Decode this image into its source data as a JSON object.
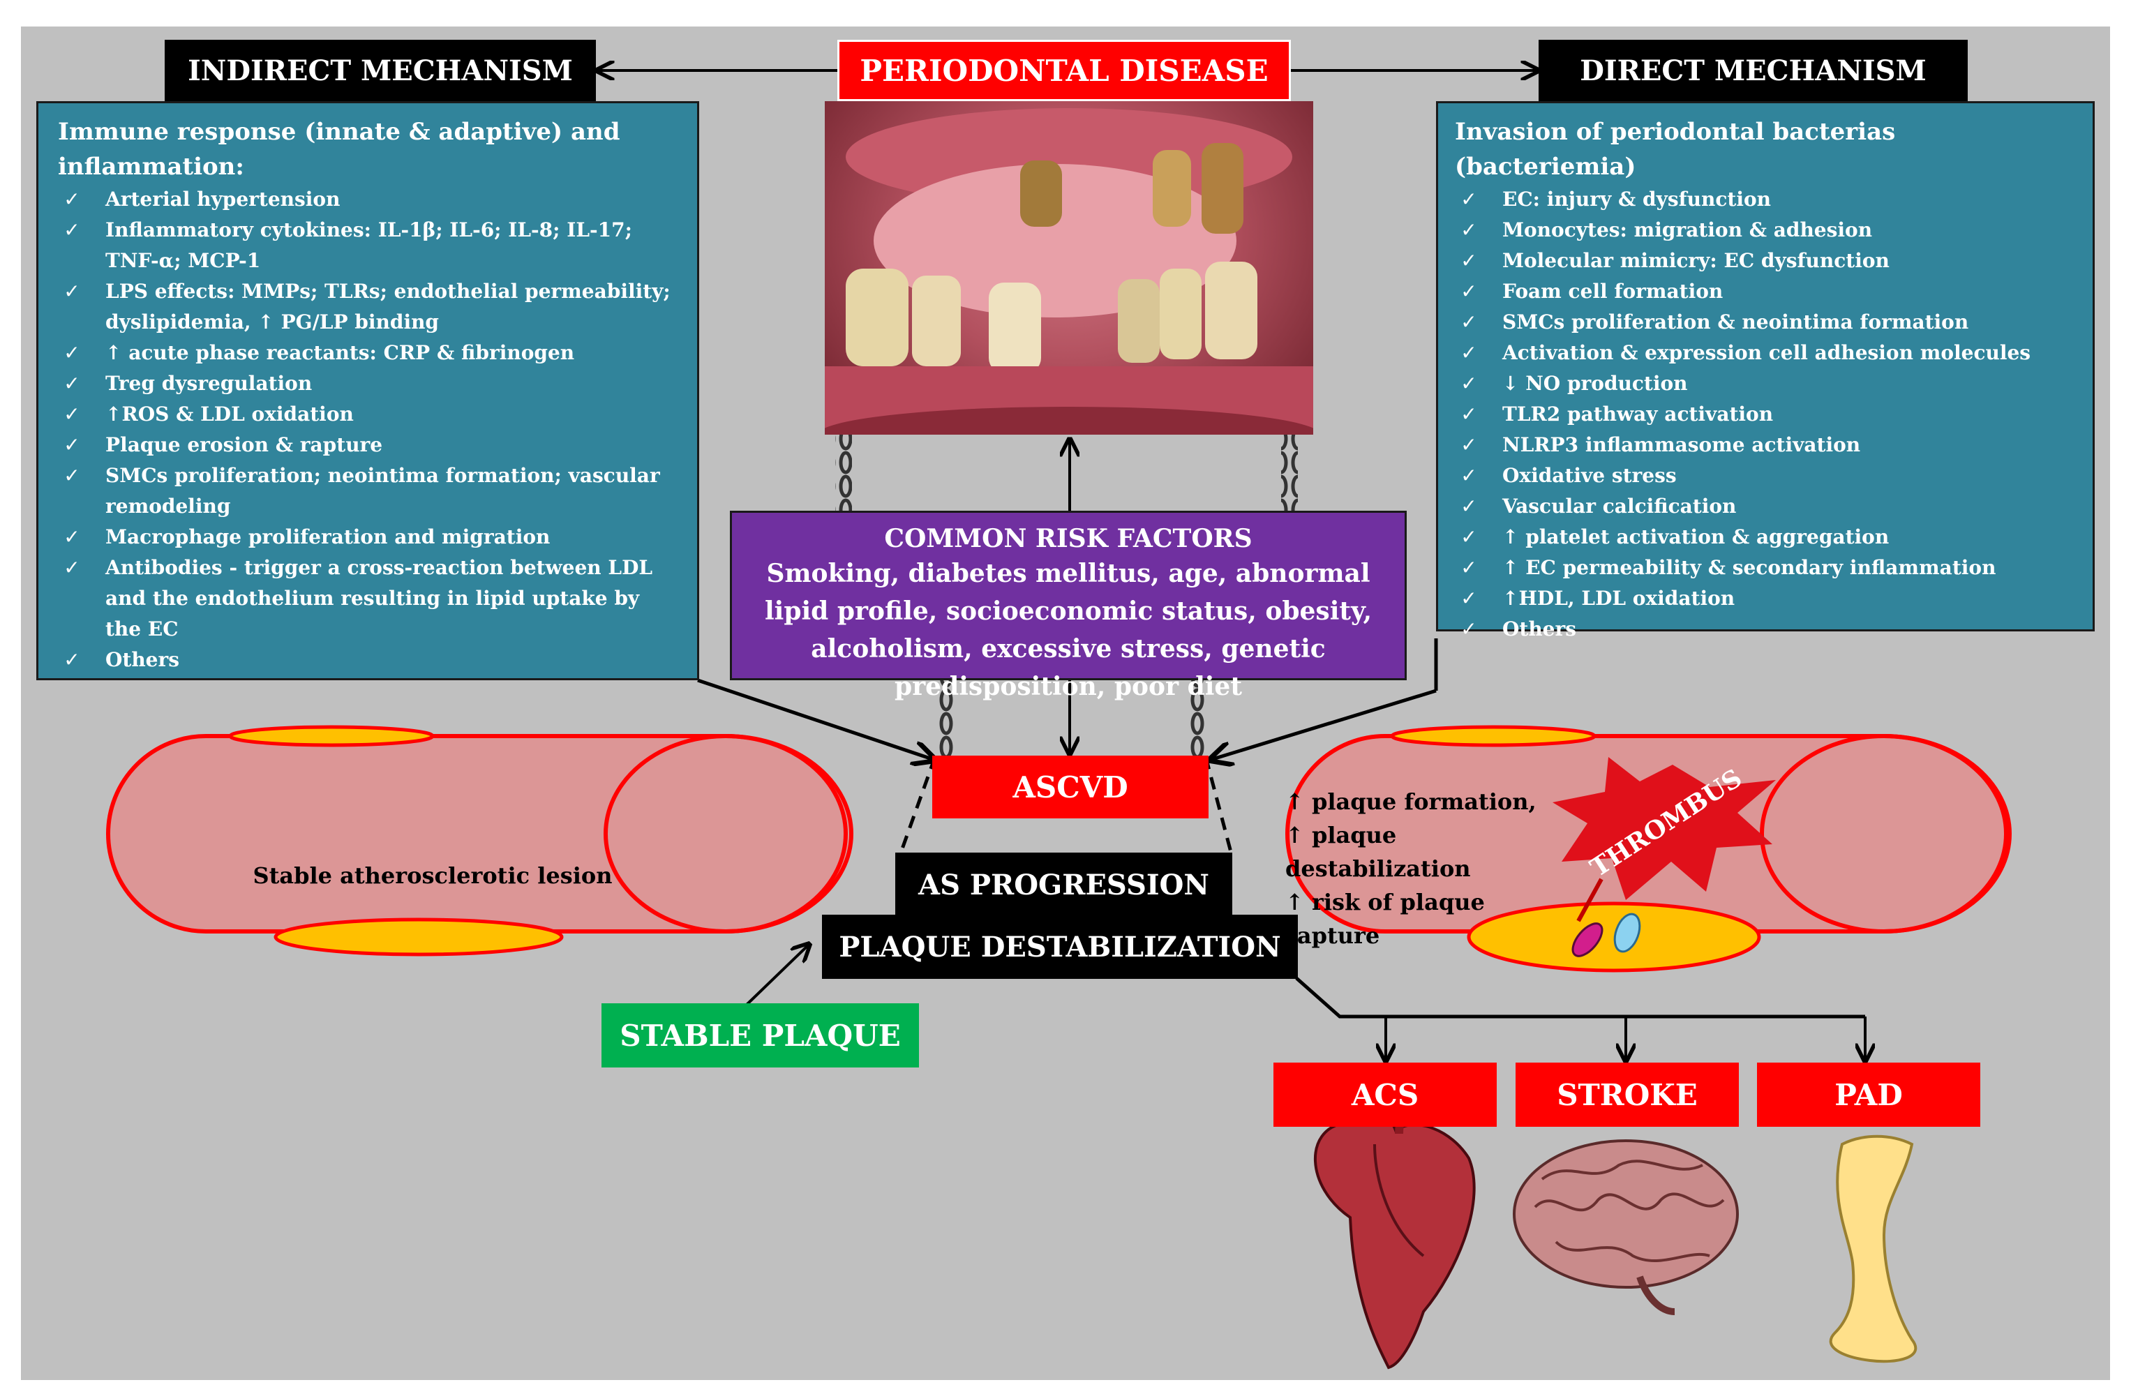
{
  "colors": {
    "background": "#c0c0c0",
    "teal_box": "#31849b",
    "purple_box": "#7030a0",
    "red_box": "#ff0000",
    "green_box": "#00b050",
    "artery_fill": "#dc9696",
    "plaque_fill": "#ffc000"
  },
  "titles": {
    "periodontal": "PERIODONTAL DISEASE",
    "indirect": "INDIRECT MECHANISM",
    "direct": "DIRECT MECHANISM"
  },
  "indirect": {
    "heading": "Immune response (innate & adaptive) and inflammation:",
    "items": [
      "Arterial hypertension",
      "Inflammatory cytokines: IL-1β; IL-6; IL-8; IL-17; TNF-α; MCP-1",
      "LPS effects: MMPs; TLRs; endothelial permeability; dyslipidemia, ↑ PG/LP binding",
      "↑ acute phase reactants: CRP & fibrinogen",
      "Treg dysregulation",
      "↑ROS & LDL oxidation",
      "Plaque erosion & rapture",
      "SMCs proliferation; neointima formation; vascular remodeling",
      "Macrophage proliferation and migration",
      "Antibodies - trigger a cross-reaction between LDL and the endothelium resulting in lipid uptake by the EC",
      "Others"
    ]
  },
  "direct": {
    "heading": "Invasion of periodontal bacterias (bacteriemia)",
    "items": [
      "EC: injury & dysfunction",
      "Monocytes: migration & adhesion",
      "Molecular mimicry: EC dysfunction",
      "Foam cell formation",
      "SMCs proliferation & neointima formation",
      "Activation & expression cell adhesion molecules",
      "↓ NO production",
      "TLR2 pathway activation",
      "NLRP3 inflammasome activation",
      "Oxidative stress",
      "Vascular calcification",
      "↑ platelet activation & aggregation",
      "↑ EC permeability & secondary inflammation",
      "↑HDL, LDL oxidation",
      "Others"
    ]
  },
  "check_mark": "✓",
  "risk": {
    "title": "COMMON RISK FACTORS",
    "body": "Smoking, diabetes mellitus, age, abnormal lipid profile, socioeconomic status, obesity, alcoholism, excessive stress, genetic predisposition,  poor diet"
  },
  "ascvd": "ASCVD",
  "as_progression": "AS PROGRESSION",
  "plaque_destabilization": "PLAQUE DESTABILIZATION",
  "stable_plaque": "STABLE PLAQUE",
  "stable_lesion": "Stable atherosclerotic lesion",
  "unstable": {
    "line1": "↑ plaque formation,",
    "line2": "↑ plaque destabilization",
    "line3": "↑ risk of plaque rapture",
    "thrombus": "THROMBUS"
  },
  "outcomes": {
    "acs": "ACS",
    "stroke": "STROKE",
    "pad": "PAD"
  }
}
